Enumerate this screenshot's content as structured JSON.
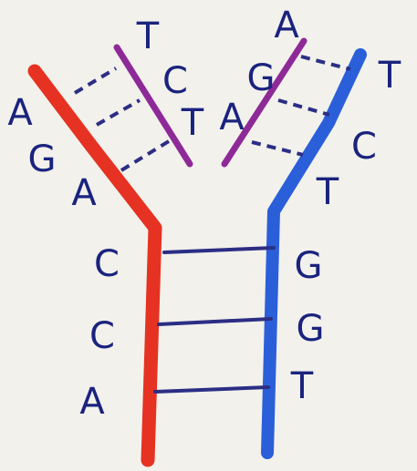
{
  "colors": {
    "background": "#f2f1ec",
    "left_parent_strand": "#e63222",
    "right_parent_strand": "#2b5fd9",
    "new_strands": "#8e2a97",
    "bonds": "#2c2e84",
    "letters": "#1a237e"
  },
  "left_fork": {
    "parent_bases": [
      "A",
      "G",
      "A"
    ],
    "new_bases": [
      "T",
      "C",
      "T"
    ]
  },
  "right_fork": {
    "new_bases": [
      "A",
      "G",
      "A"
    ],
    "parent_bases": [
      "T",
      "C",
      "T"
    ]
  },
  "unwound_region": {
    "left_bases": [
      "C",
      "C",
      "A"
    ],
    "right_bases": [
      "G",
      "G",
      "T"
    ]
  }
}
